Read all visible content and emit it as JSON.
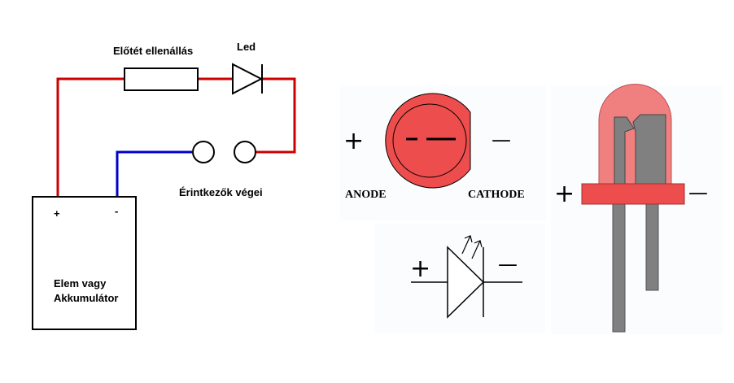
{
  "circuit": {
    "resistor_label": "Előtét ellenállás",
    "led_label": "Led",
    "contacts_label": "Érintkezők végei",
    "battery": {
      "plus": "+",
      "minus": "-",
      "line1": "Elem vagy",
      "line2": "Akkumulátor"
    },
    "colors": {
      "positive_wire": "#cc0000",
      "negative_wire": "#0000cc"
    }
  },
  "led_top_view": {
    "anode_label": "ANODE",
    "cathode_label": "CATHODE",
    "plus": "+",
    "minus": "—",
    "body_color": "#ee4d4d"
  },
  "led_symbol": {
    "plus": "+",
    "minus": "—"
  },
  "led_side_view": {
    "plus": "+",
    "minus": "—",
    "dome_color": "#f08080",
    "flange_color": "#ee4d4d",
    "lead_color": "#808080"
  }
}
